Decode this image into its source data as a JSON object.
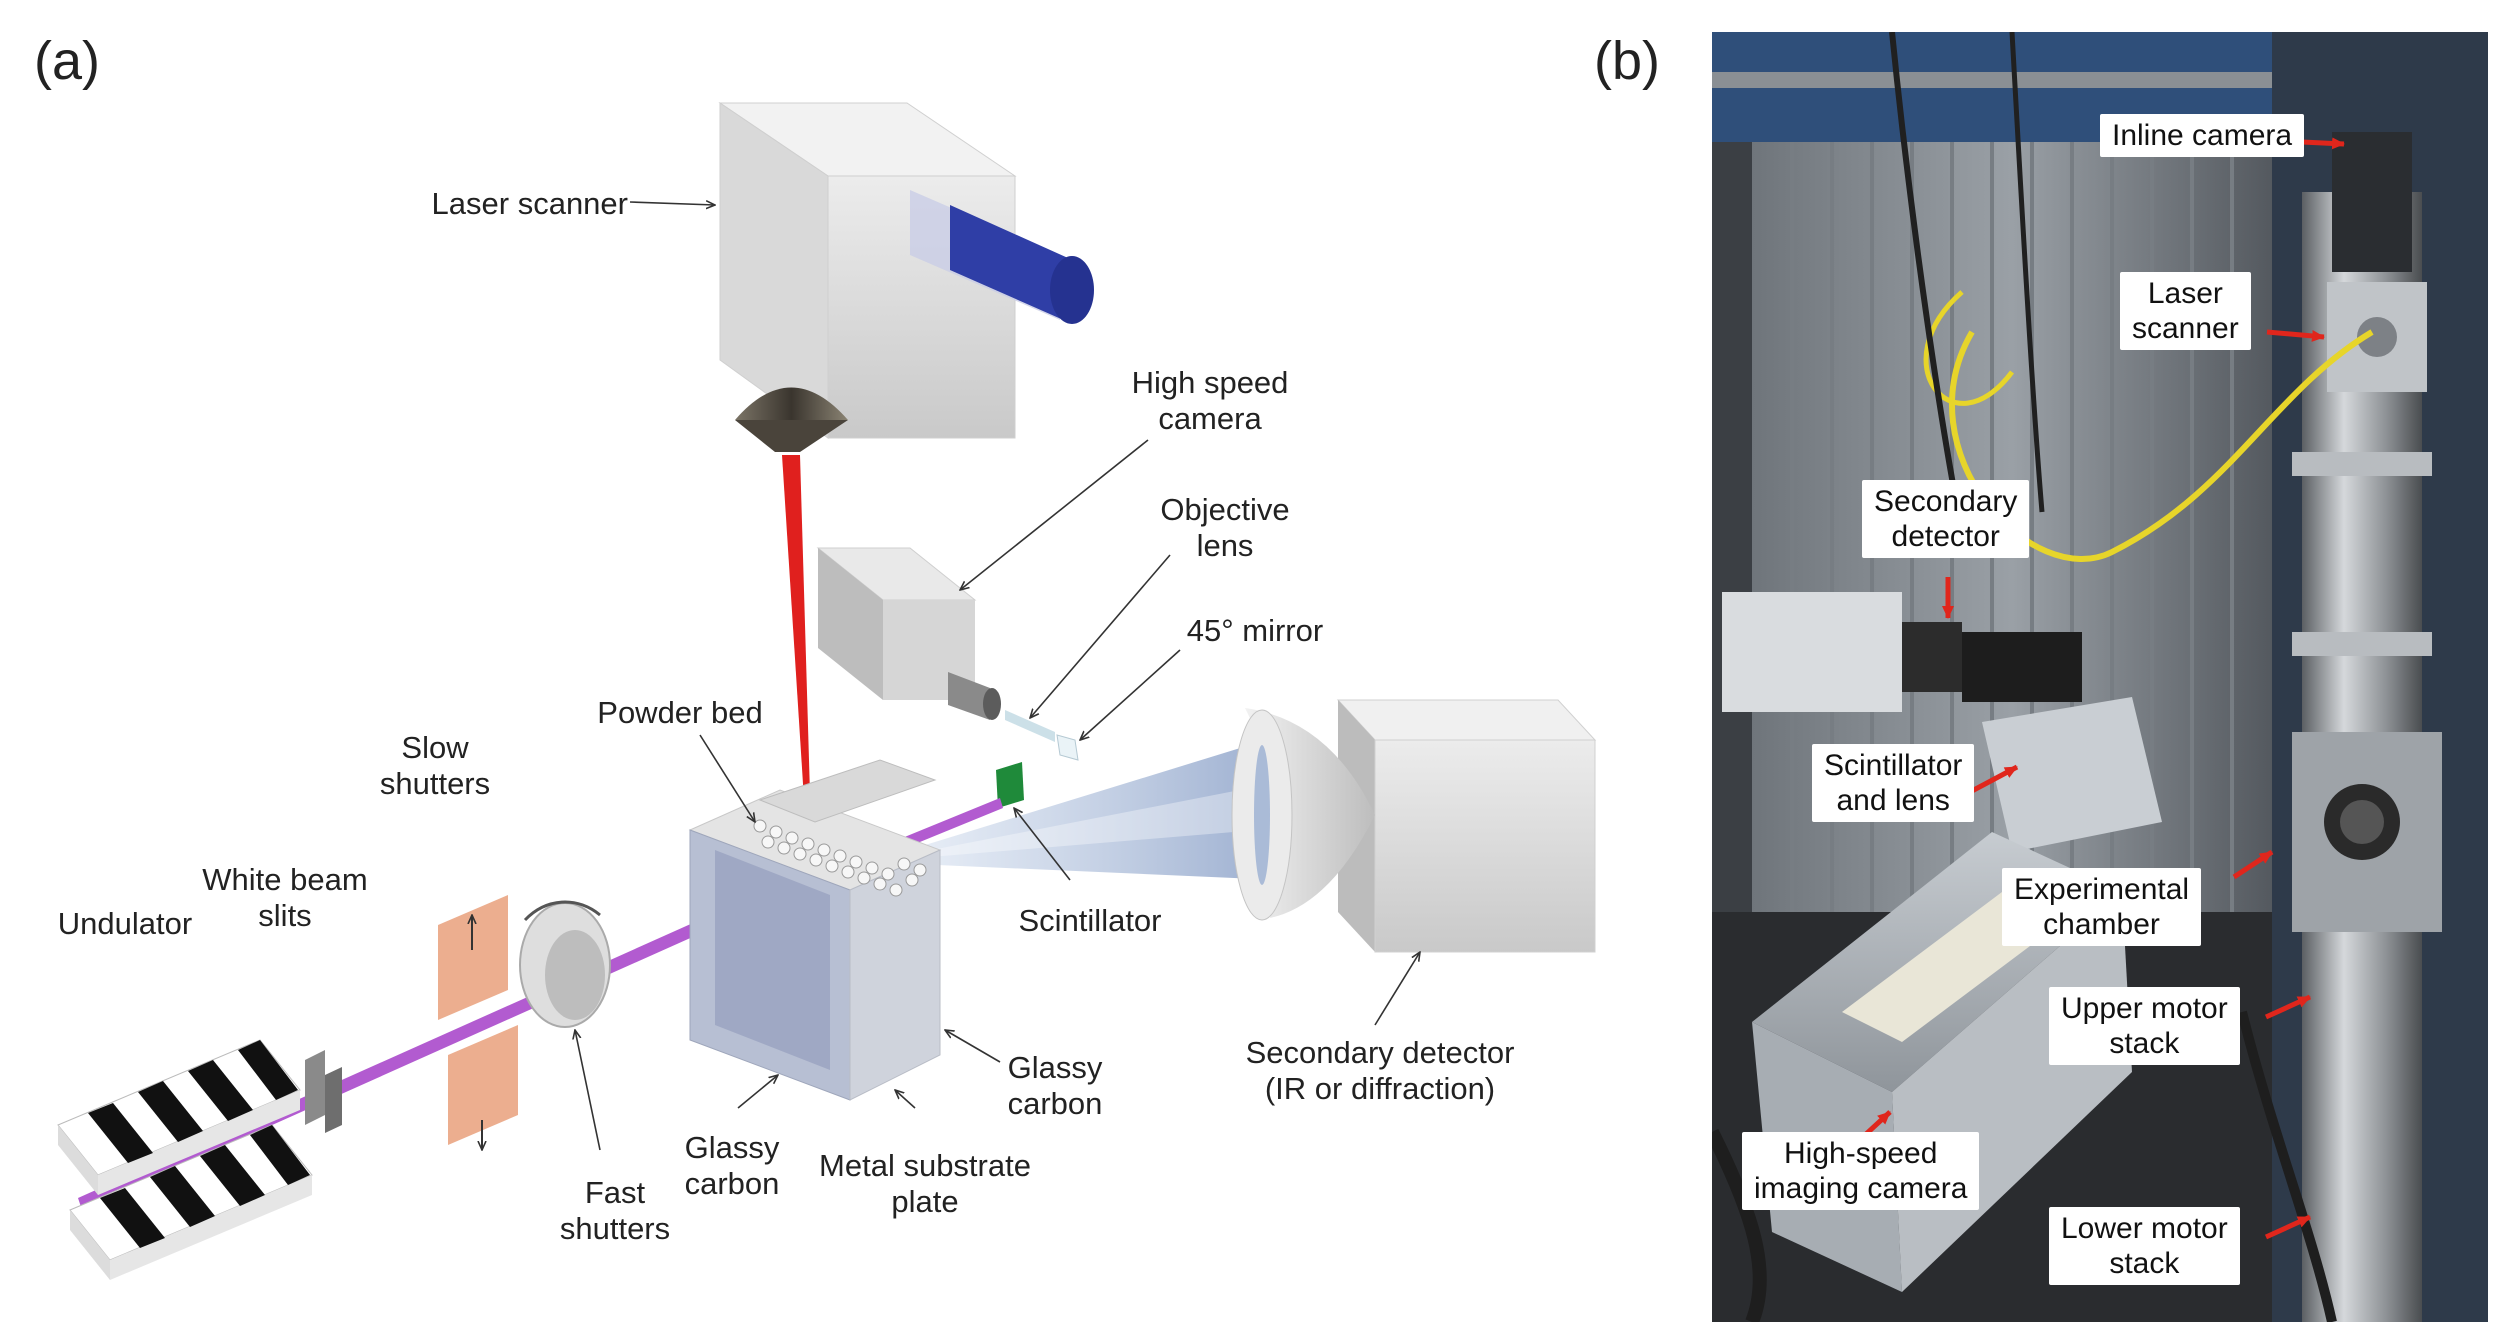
{
  "panels": {
    "a": "(a)",
    "b": "(b)"
  },
  "diagram_labels": {
    "laser_scanner": "Laser scanner",
    "high_speed_camera": [
      "High speed",
      "camera"
    ],
    "objective_lens": [
      "Objective",
      "lens"
    ],
    "mirror_45": "45° mirror",
    "powder_bed": "Powder bed",
    "slow_shutters": [
      "Slow",
      "shutters"
    ],
    "white_beam_slits": [
      "White beam",
      "slits"
    ],
    "undulator": "Undulator",
    "scintillator": "Scintillator",
    "glassy_carbon_right": [
      "Glassy",
      "carbon"
    ],
    "glassy_carbon_bottom": [
      "Glassy",
      "carbon"
    ],
    "metal_substrate_plate": [
      "Metal substrate",
      "plate"
    ],
    "fast_shutters": [
      "Fast",
      "shutters"
    ],
    "secondary_detector": [
      "Secondary detector",
      "(IR or diffraction)"
    ]
  },
  "photo_labels": {
    "inline_camera": "Inline camera",
    "laser_scanner": [
      "Laser",
      "scanner"
    ],
    "secondary_detector": [
      "Secondary",
      "detector"
    ],
    "scintillator_and_lens": [
      "Scintillator",
      "and lens"
    ],
    "experimental_chamber": [
      "Experimental",
      "chamber"
    ],
    "upper_motor_stack": [
      "Upper motor",
      "stack"
    ],
    "high_speed_imaging_camera": [
      "High-speed",
      "imaging camera"
    ],
    "lower_motor_stack": [
      "Lower motor",
      "stack"
    ]
  },
  "colors": {
    "beam_purple": "#b25bd0",
    "laser_red": "#e0201e",
    "scanner_lens_blue": "#2b3a9e",
    "arrow_red": "#e0261c",
    "scintillator_green": "#1f8a3a",
    "shutter_orange": "#e9a07b"
  }
}
